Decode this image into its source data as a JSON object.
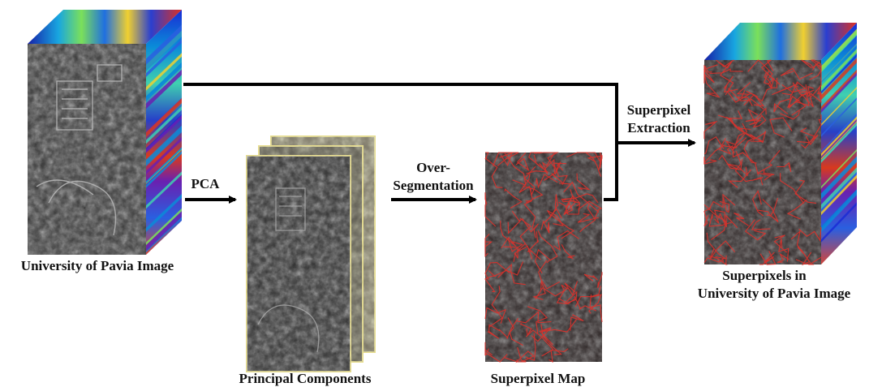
{
  "diagram": {
    "nodes": {
      "source": {
        "label": "University of Pavia Image"
      },
      "pca": {
        "label": "Principal Components"
      },
      "map": {
        "label": "Superpixel Map"
      },
      "result": {
        "label_line1": "Superpixels in",
        "label_line2": "University of Pavia Image"
      }
    },
    "edges": {
      "pca": {
        "label": "PCA"
      },
      "overseg": {
        "label_line1": "Over-",
        "label_line2": "Segmentation"
      },
      "extract": {
        "label_line1": "Superpixel",
        "label_line2": "Extraction"
      }
    }
  },
  "colors": {
    "arrow": "#000000",
    "superpixel_boundary": "#e0302a",
    "cube_spectral": "jet colormap",
    "frame_border": "#e7dd8e"
  }
}
